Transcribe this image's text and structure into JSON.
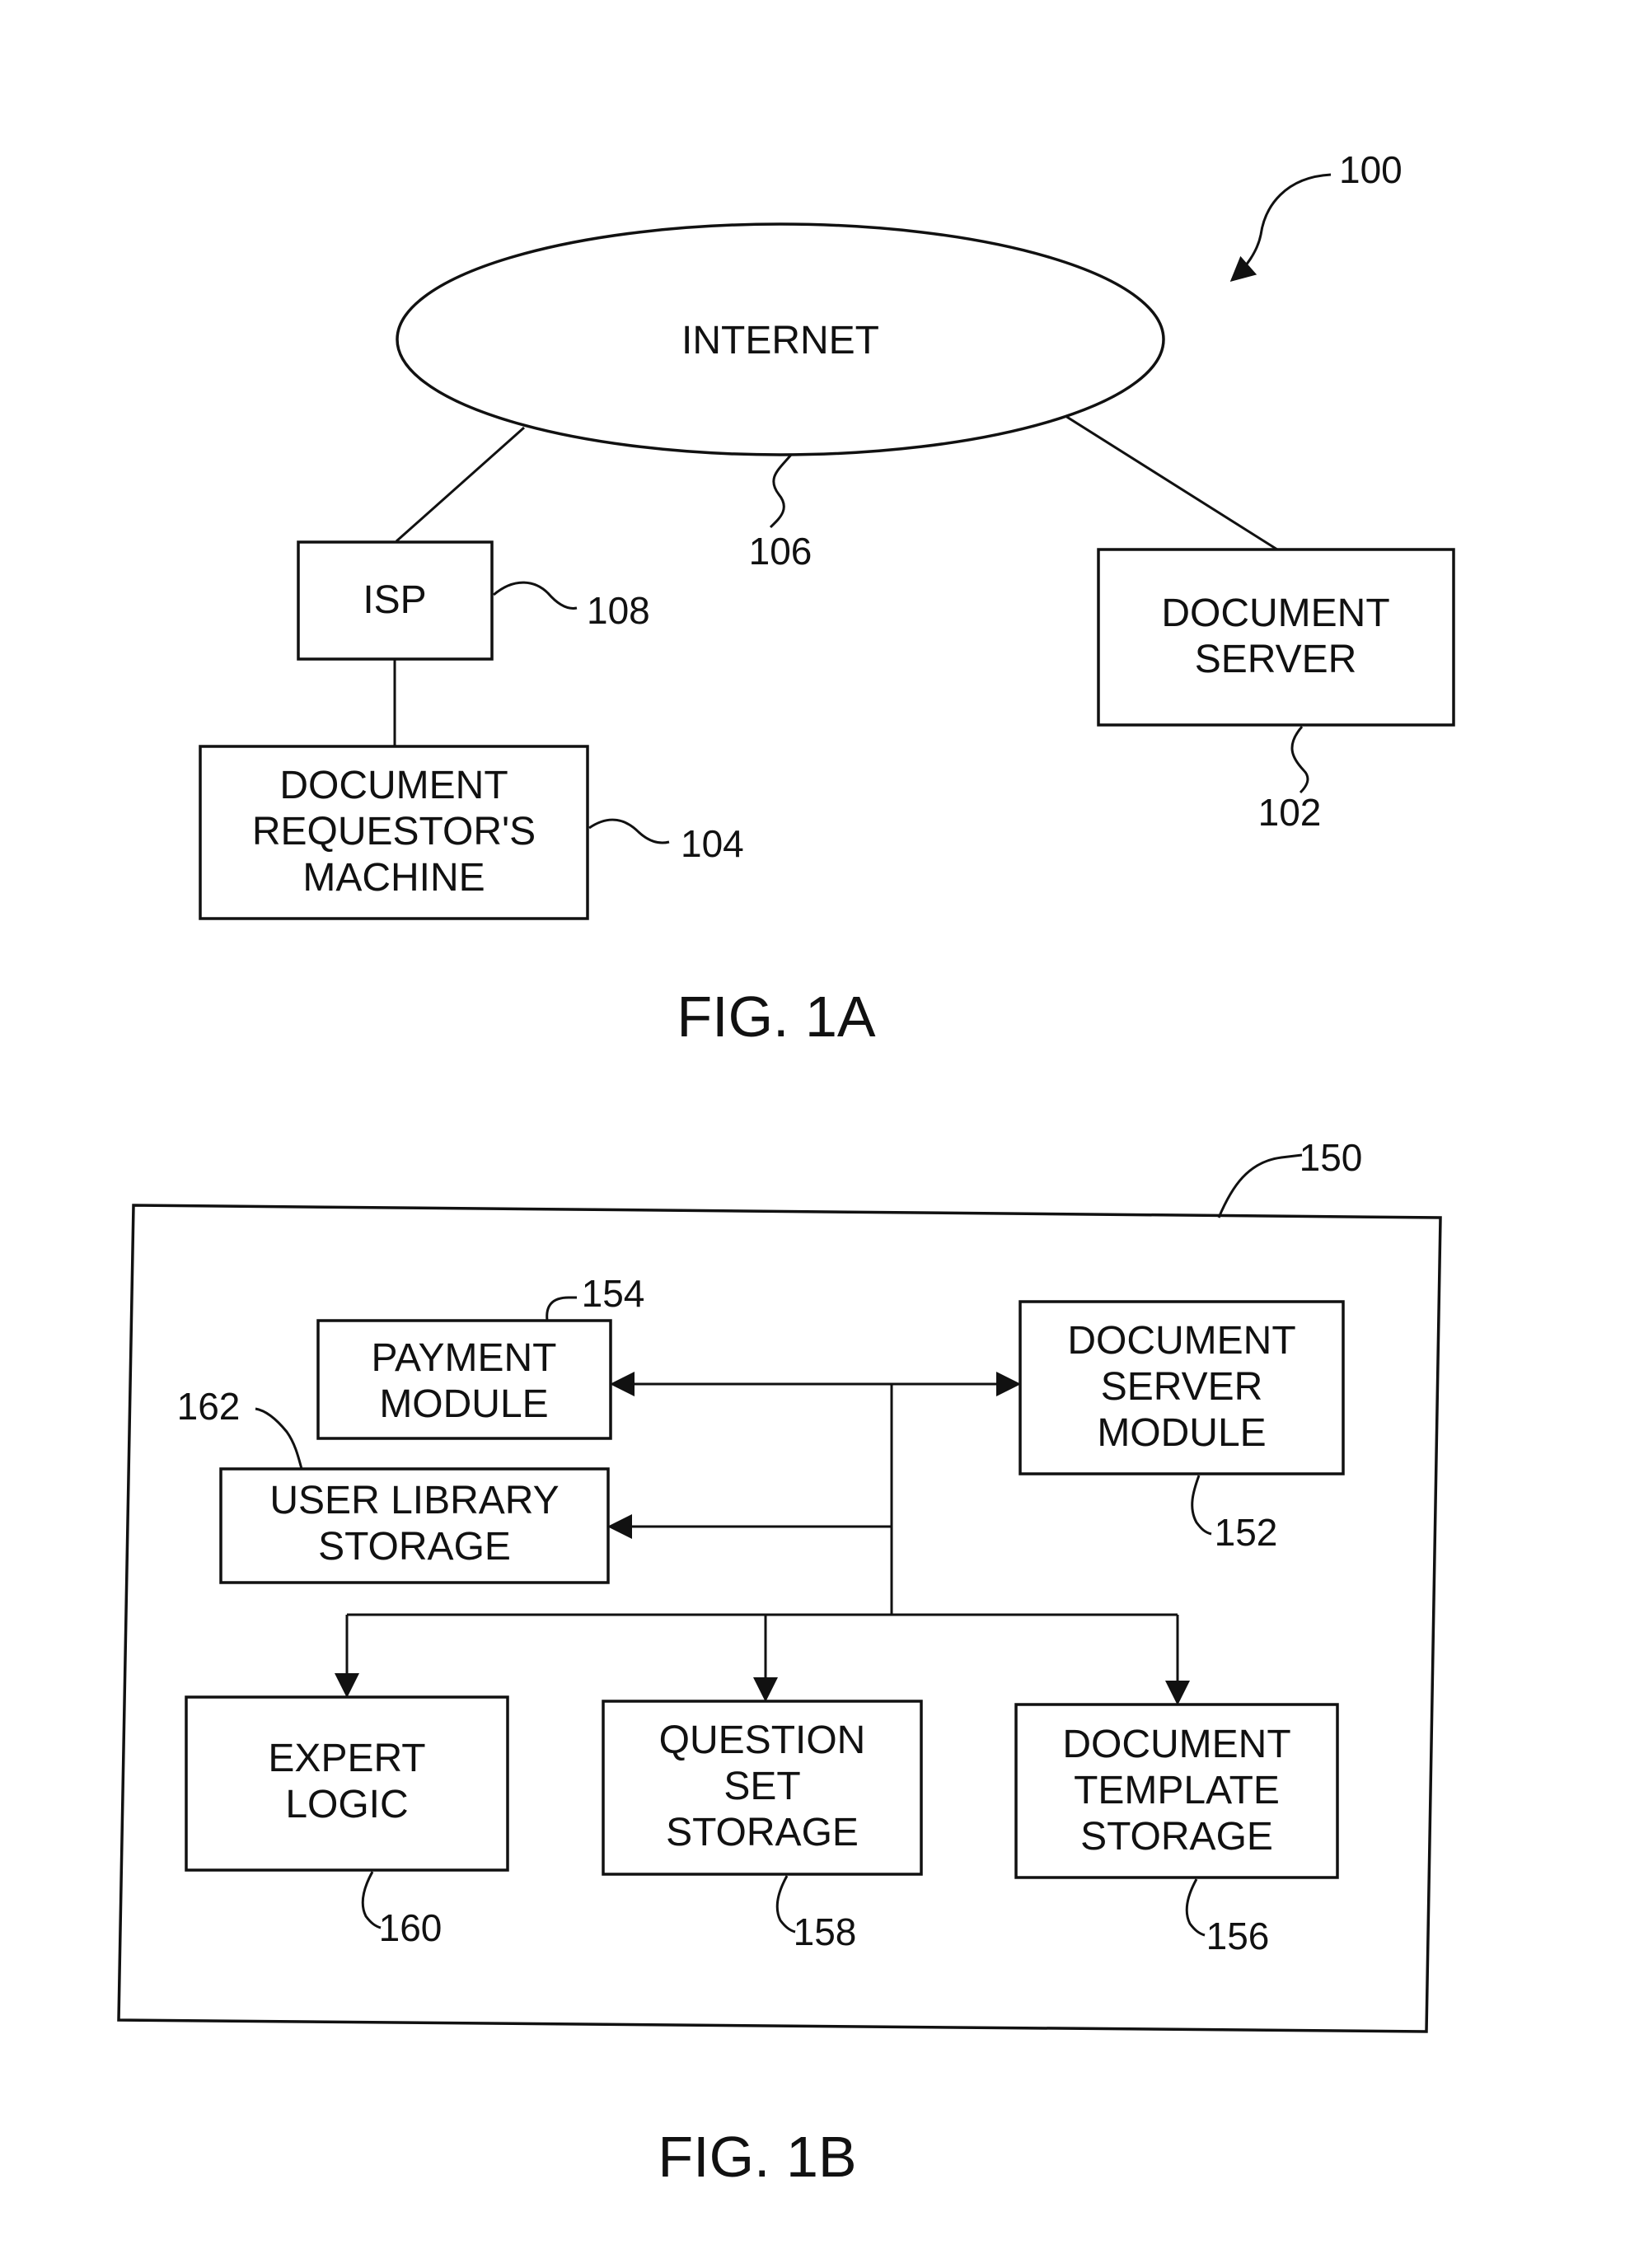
{
  "fig1a": {
    "caption": "FIG. 1A",
    "system_ref": "100",
    "internet": {
      "label": "INTERNET",
      "ref": "106"
    },
    "isp": {
      "label": "ISP",
      "ref": "108"
    },
    "document_server": {
      "line1": "DOCUMENT",
      "line2": "SERVER",
      "ref": "102"
    },
    "requestor": {
      "line1": "DOCUMENT",
      "line2": "REQUESTOR'S",
      "line3": "MACHINE",
      "ref": "104"
    }
  },
  "fig1b": {
    "caption": "FIG. 1B",
    "system_ref": "150",
    "payment_module": {
      "line1": "PAYMENT",
      "line2": "MODULE",
      "ref": "154"
    },
    "document_server_module": {
      "line1": "DOCUMENT",
      "line2": "SERVER",
      "line3": "MODULE",
      "ref": "152"
    },
    "user_library_storage": {
      "line1": "USER LIBRARY",
      "line2": "STORAGE",
      "ref": "162"
    },
    "expert_logic": {
      "line1": "EXPERT",
      "line2": "LOGIC",
      "ref": "160"
    },
    "question_set_storage": {
      "line1": "QUESTION",
      "line2": "SET",
      "line3": "STORAGE",
      "ref": "158"
    },
    "document_template_storage": {
      "line1": "DOCUMENT",
      "line2": "TEMPLATE",
      "line3": "STORAGE",
      "ref": "156"
    }
  }
}
